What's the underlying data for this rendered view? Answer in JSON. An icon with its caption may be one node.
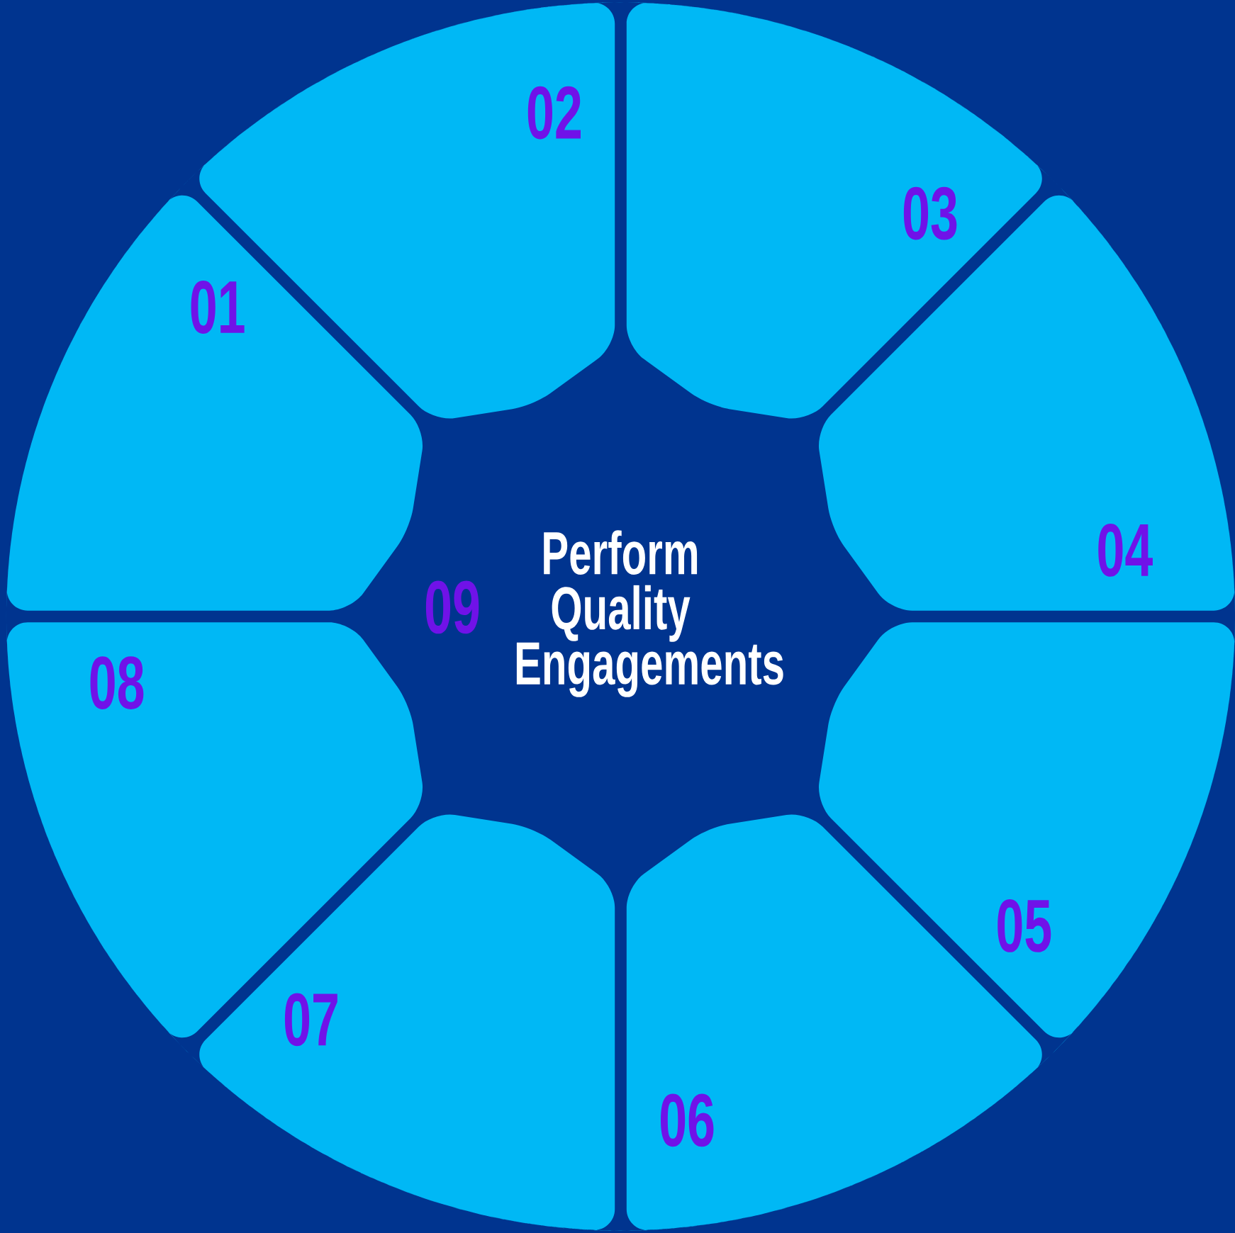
{
  "diagram": {
    "nodes": [
      {
        "text": [
          "01"
        ]
      },
      {
        "text": [
          "02"
        ]
      },
      {
        "text": [
          "03"
        ]
      },
      {
        "text": [
          "04"
        ]
      },
      {
        "text": [
          "05"
        ]
      },
      {
        "text": [
          "06"
        ]
      },
      {
        "text": [
          "07"
        ]
      },
      {
        "text": [
          "08"
        ]
      }
    ],
    "labels": [
      "09",
      "Perform Quality Engagements"
    ]
  }
}
